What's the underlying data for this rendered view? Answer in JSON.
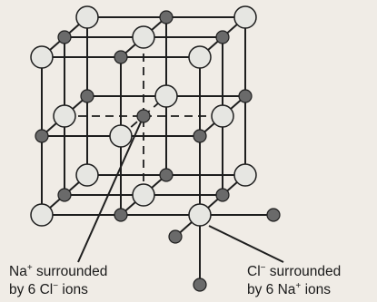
{
  "labels": {
    "na_line1_pre": "Na",
    "na_line1_sup": "+",
    "na_line1_post": " surrounded",
    "na_line2_pre": "by 6 Cl",
    "na_line2_sup": "−",
    "na_line2_post": " ions",
    "cl_line1_pre": "Cl",
    "cl_line1_sup": "−",
    "cl_line1_post": " surrounded",
    "cl_line2_pre": "by 6 Na",
    "cl_line2_sup": "+",
    "cl_line2_post": " ions"
  },
  "colors": {
    "background": "#f0ece6",
    "line": "#1e1e1e",
    "cl_ion_fill": "#e6e6e2",
    "na_ion_fill": "#6a6a6a"
  }
}
